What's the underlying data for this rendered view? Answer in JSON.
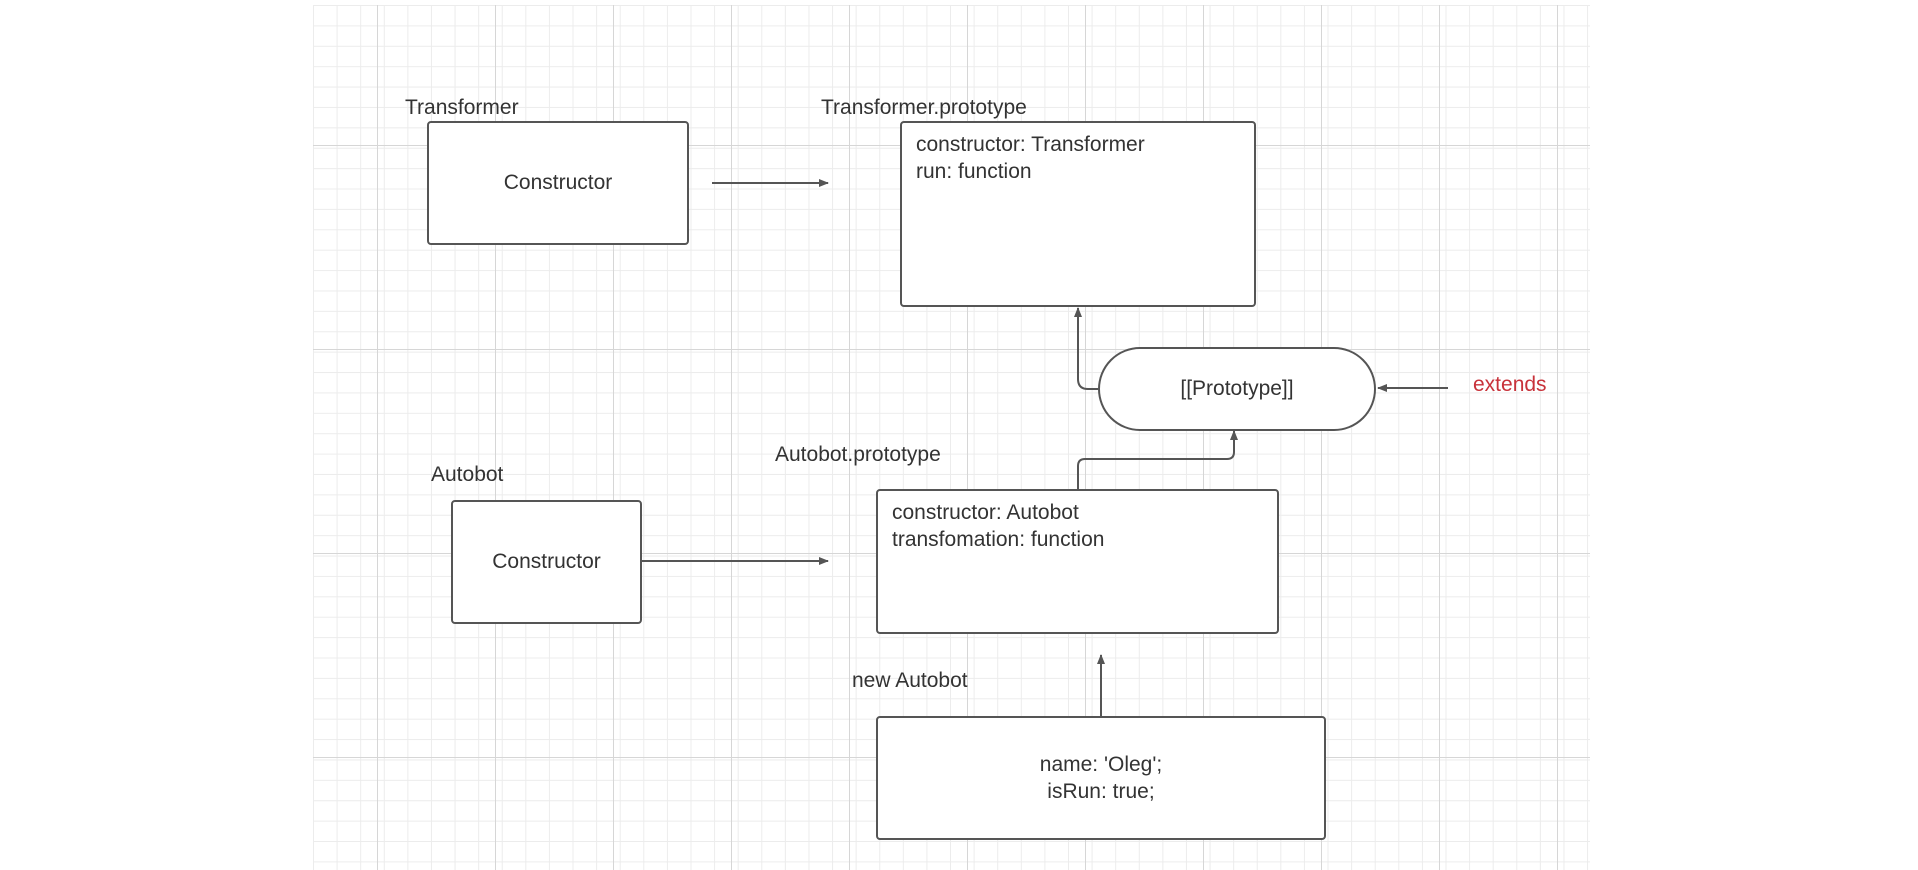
{
  "transformer": {
    "title": "Transformer",
    "constructor_label": "Constructor",
    "prototype_title": "Transformer.prototype",
    "prototype_lines": [
      "constructor: Transformer",
      "run: function"
    ]
  },
  "prototype_link": {
    "label": "[[Prototype]]",
    "note": "extends",
    "note_color": "#c8323a"
  },
  "autobot": {
    "title": "Autobot",
    "constructor_label": "Constructor",
    "prototype_title": "Autobot.prototype",
    "prototype_lines": [
      "constructor: Autobot",
      "transfomation: function"
    ]
  },
  "instance": {
    "title": "new Autobot",
    "lines": [
      "name: 'Oleg';",
      "isRun: true;"
    ]
  }
}
